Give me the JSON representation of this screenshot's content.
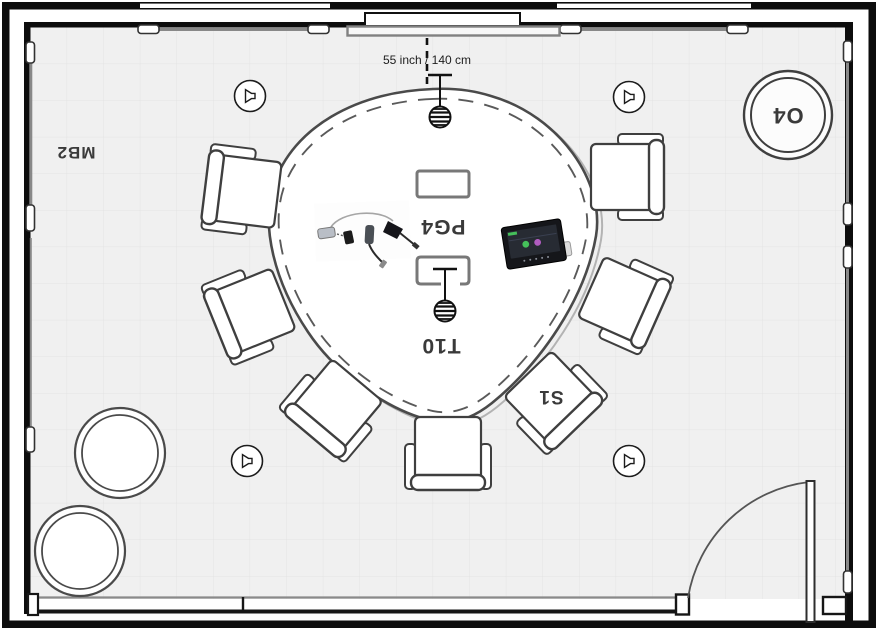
{
  "plan": {
    "labels": {
      "mb2": "MB2",
      "o4": "O4",
      "pg4": "PG4",
      "t10": "T10",
      "s1": "S1",
      "display_size": "55 inch / 140 cm"
    },
    "icons": {
      "speaker": "speaker-icon",
      "microphone": "table-microphone-icon",
      "display": "wall-display",
      "touch_panel": "touch-panel",
      "cable_hub": "cable-hub",
      "door": "door-swing"
    },
    "colors": {
      "floor": "#f0f0f0",
      "grid": "#e3e3e3",
      "wall": "#0d0d0d",
      "furniture_line": "#3f3f3f",
      "label_text": "#3a3a3a",
      "panel_led_green": "#45c05a",
      "panel_led_magenta": "#b05cc0"
    }
  }
}
